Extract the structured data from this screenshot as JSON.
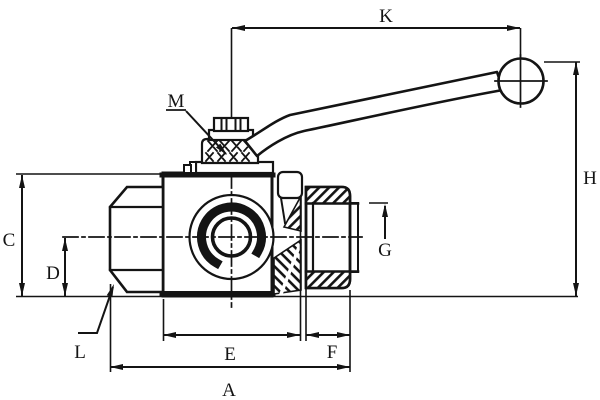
{
  "drawing": {
    "type": "technical-dimension-drawing",
    "subject": "ball valve side view with lever handle, sectioned side port",
    "background_color": "#ffffff",
    "line_color": "#141414",
    "dimensions": {
      "A": "A",
      "C": "C",
      "D": "D",
      "E": "E",
      "F": "F",
      "G": "G",
      "H": "H",
      "K": "K",
      "L": "L",
      "M": "M"
    }
  }
}
